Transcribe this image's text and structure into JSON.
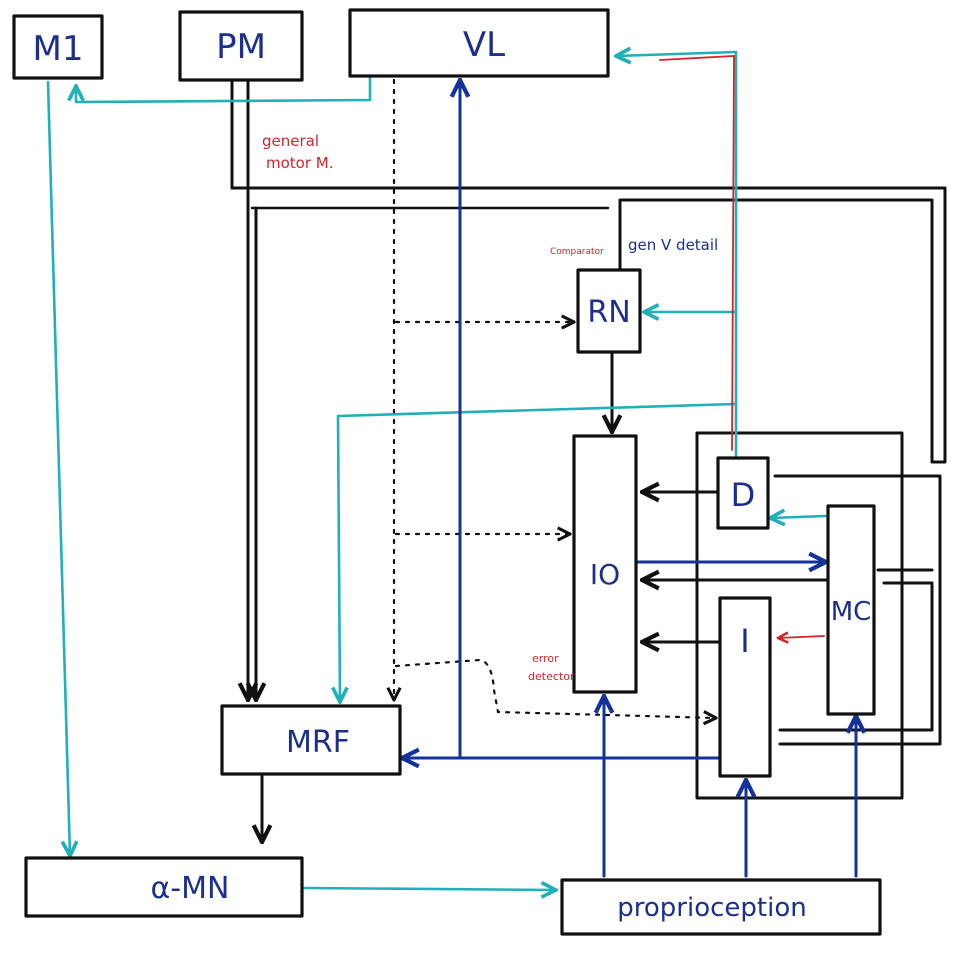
{
  "nodes": {
    "m1": "M1",
    "pm": "PM",
    "vl": "VL",
    "rn": "RN",
    "io": "IO",
    "d": "D",
    "i": "I",
    "mc": "MC",
    "mrf": "MRF",
    "alpha_mn": "α-MN",
    "proprioception": "proprioception"
  },
  "annotations": {
    "general_motor_1": "general",
    "general_motor_2": "motor M.",
    "comparator": "Comparator",
    "gen_v_detail": "gen V detail",
    "error_detector_1": "error",
    "error_detector_2": "detector"
  },
  "colors": {
    "ink": "#111111",
    "box_label": "#1c2f8f",
    "teal_pathway": "#1fb0b8",
    "navy_pathway": "#13329a",
    "red_annotation": "#d4232d"
  }
}
